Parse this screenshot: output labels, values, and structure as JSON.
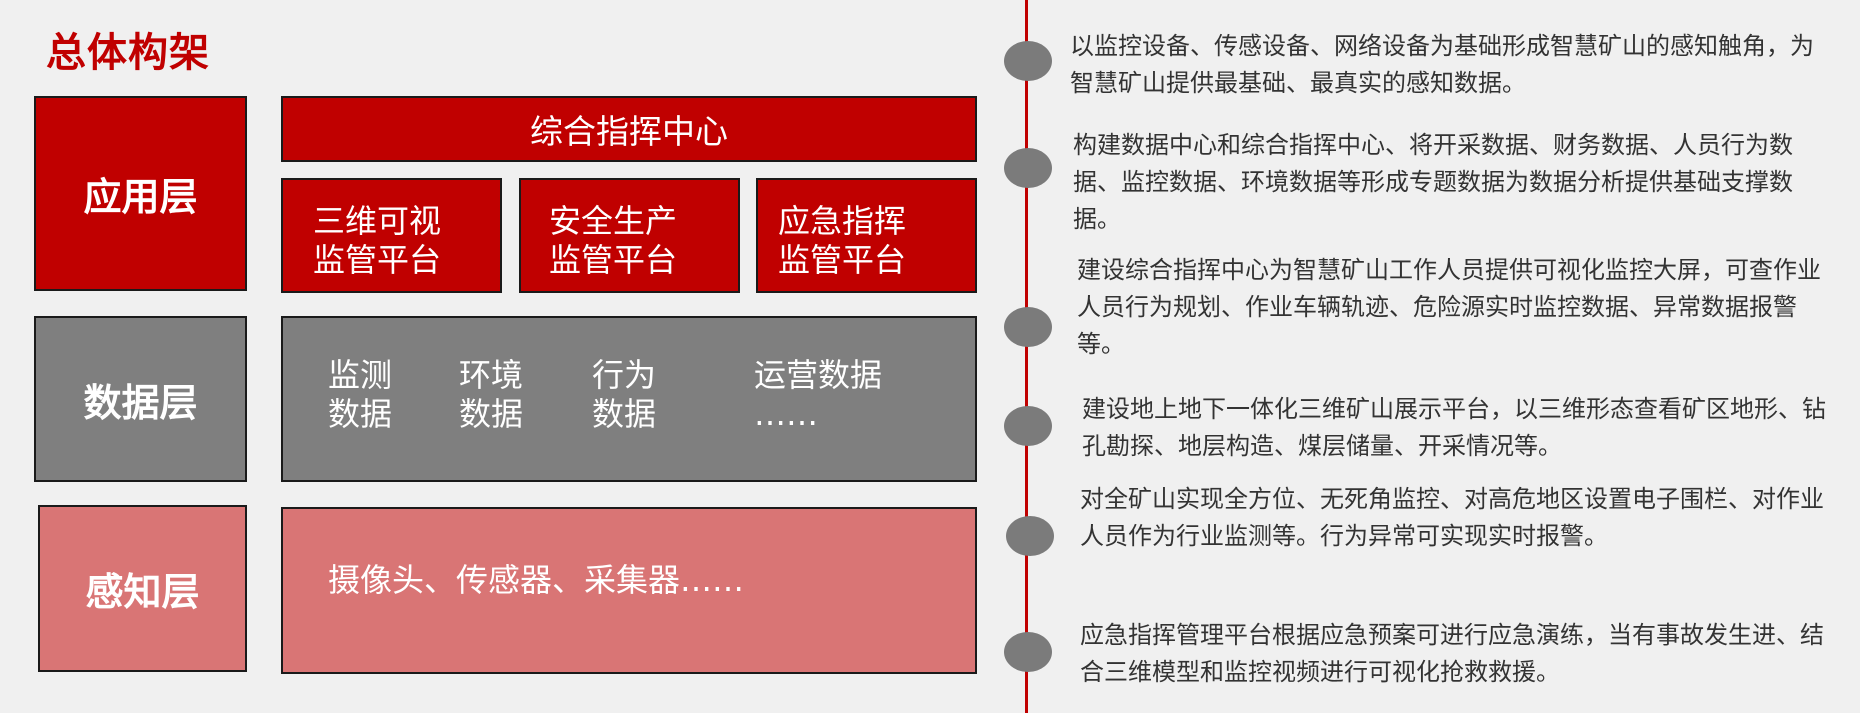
{
  "page_title": "总体构架",
  "layers": {
    "application": {
      "label": "应用层",
      "center": "综合指挥中心",
      "platforms": [
        {
          "line1": "三维可视",
          "line2": "监管平台"
        },
        {
          "line1": "安全生产",
          "line2": "监管平台"
        },
        {
          "line1": "应急指挥",
          "line2": "监管平台"
        }
      ]
    },
    "data": {
      "label": "数据层",
      "items": [
        {
          "line1": "监测",
          "line2": "数据"
        },
        {
          "line1": "环境",
          "line2": "数据"
        },
        {
          "line1": "行为",
          "line2": "数据"
        },
        {
          "line1": "运营数据",
          "line2": "……"
        }
      ]
    },
    "perception": {
      "label": "感知层",
      "content": "摄像头、传感器、采集器……"
    }
  },
  "descriptions": [
    "以监控设备、传感设备、网络设备为基础形成智慧矿山的感知触角，为智慧矿山提供最基础、最真实的感知数据。",
    "构建数据中心和综合指挥中心、将开采数据、财务数据、人员行为数据、监控数据、环境数据等形成专题数据为数据分析提供基础支撑数据。",
    "建设综合指挥中心为智慧矿山工作人员提供可视化监控大屏，可查作业人员行为规划、作业车辆轨迹、危险源实时监控数据、异常数据报警等。",
    "建设地上地下一体化三维矿山展示平台，以三维形态查看矿区地形、钻孔勘探、地层构造、煤层储量、开采情况等。",
    "对全矿山实现全方位、无死角监控、对高危地区设置电子围栏、对作业人员作为行业监测等。行为异常可实现实时报警。",
    "应急指挥管理平台根据应急预案可进行应急演练，当有事故发生进、结合三维模型和监控视频进行可视化抢救救援。"
  ],
  "colors": {
    "application": "#c00000",
    "data": "#7f7f7f",
    "perception": "#d97575",
    "timeline": "#c00000",
    "dot": "#7b7b7b"
  }
}
